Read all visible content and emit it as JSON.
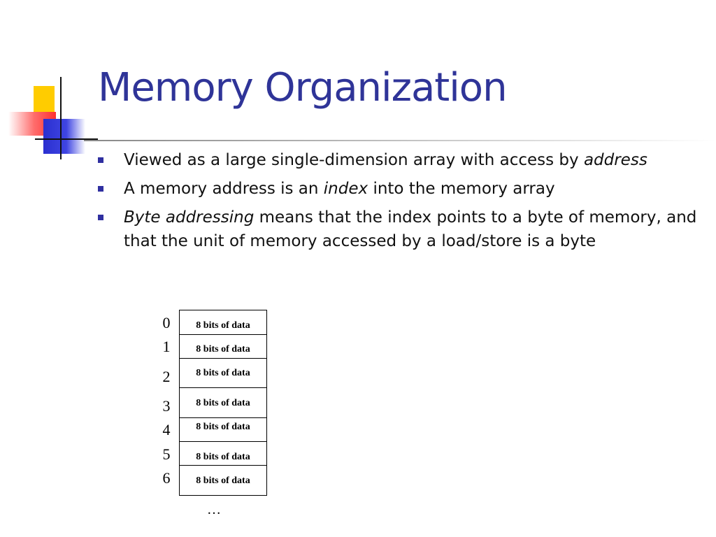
{
  "slide": {
    "title": "Memory Organization",
    "accent_color": "#2f3498",
    "bullets": [
      {
        "before": "Viewed as a large single-dimension array with access by ",
        "emph": "address",
        "after": ""
      },
      {
        "before": "A memory address is an ",
        "emph": "index",
        "after": " into the memory array"
      },
      {
        "before": "",
        "emph": "Byte addressing",
        "after": " means that the index points to a byte of memory, and that the unit of memory accessed by a load/store is a byte"
      }
    ]
  },
  "memory": {
    "addresses": [
      "0",
      "1",
      "2",
      "3",
      "4",
      "5",
      "6"
    ],
    "cells": [
      "8 bits of data",
      "8 bits of data",
      "8 bits of data",
      "8 bits of data",
      "8 bits of data",
      "8 bits of data",
      "8 bits of data"
    ],
    "ellipsis": "…"
  },
  "icons": {
    "decoration": "corner-squares-logo",
    "bullet": "square-bullet-icon"
  }
}
